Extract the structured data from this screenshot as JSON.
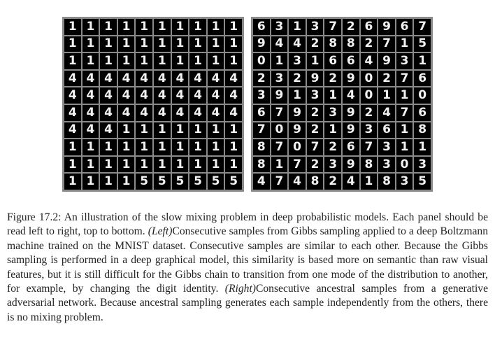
{
  "figure": {
    "left_panel": {
      "digits": [
        [
          "1",
          "1",
          "1",
          "1",
          "1",
          "1",
          "1",
          "1",
          "1",
          "1"
        ],
        [
          "1",
          "1",
          "1",
          "1",
          "1",
          "1",
          "1",
          "1",
          "1",
          "1"
        ],
        [
          "1",
          "1",
          "1",
          "1",
          "1",
          "1",
          "1",
          "1",
          "1",
          "1"
        ],
        [
          "4",
          "4",
          "4",
          "4",
          "4",
          "4",
          "4",
          "4",
          "4",
          "4"
        ],
        [
          "4",
          "4",
          "4",
          "4",
          "4",
          "4",
          "4",
          "4",
          "4",
          "4"
        ],
        [
          "4",
          "4",
          "4",
          "4",
          "4",
          "4",
          "4",
          "4",
          "4",
          "4"
        ],
        [
          "4",
          "4",
          "4",
          "1",
          "1",
          "1",
          "1",
          "1",
          "1",
          "1"
        ],
        [
          "1",
          "1",
          "1",
          "1",
          "1",
          "1",
          "1",
          "1",
          "1",
          "1"
        ],
        [
          "1",
          "1",
          "1",
          "1",
          "1",
          "1",
          "1",
          "1",
          "1",
          "1"
        ],
        [
          "1",
          "1",
          "1",
          "1",
          "5",
          "5",
          "5",
          "5",
          "5",
          "5"
        ]
      ]
    },
    "right_panel": {
      "digits": [
        [
          "6",
          "3",
          "1",
          "3",
          "7",
          "2",
          "6",
          "9",
          "6",
          "7"
        ],
        [
          "9",
          "4",
          "4",
          "2",
          "8",
          "8",
          "2",
          "7",
          "1",
          "5"
        ],
        [
          "0",
          "1",
          "3",
          "1",
          "6",
          "6",
          "4",
          "9",
          "3",
          "1"
        ],
        [
          "2",
          "3",
          "2",
          "9",
          "2",
          "9",
          "0",
          "2",
          "7",
          "6"
        ],
        [
          "3",
          "9",
          "1",
          "3",
          "1",
          "4",
          "0",
          "1",
          "1",
          "0"
        ],
        [
          "6",
          "7",
          "9",
          "2",
          "3",
          "9",
          "2",
          "4",
          "7",
          "6"
        ],
        [
          "7",
          "0",
          "9",
          "2",
          "1",
          "9",
          "3",
          "6",
          "1",
          "8"
        ],
        [
          "8",
          "7",
          "0",
          "7",
          "2",
          "6",
          "7",
          "3",
          "1",
          "1"
        ],
        [
          "8",
          "1",
          "7",
          "2",
          "3",
          "9",
          "8",
          "3",
          "0",
          "3"
        ],
        [
          "4",
          "7",
          "4",
          "8",
          "2",
          "4",
          "1",
          "8",
          "3",
          "5"
        ]
      ]
    }
  },
  "caption": {
    "label": "Figure 17.2:",
    "part1": " An illustration of the slow mixing problem in deep probabilistic models. Each panel should be read left to right, top to bottom. ",
    "left_tag": "(Left)",
    "part2": "Consecutive samples from Gibbs sampling applied to a deep Boltzmann machine trained on the MNIST dataset. Consecutive samples are similar to each other. Because the Gibbs sampling is performed in a deep graphical model, this similarity is based more on semantic than raw visual features, but it is still difficult for the Gibbs chain to transition from one mode of the distribution to another, for example, by changing the digit identity. ",
    "right_tag": "(Right)",
    "part3": "Consecutive ancestral samples from a generative adversarial network. Because ancestral sampling generates each sample independently from the others, there is no mixing problem."
  }
}
